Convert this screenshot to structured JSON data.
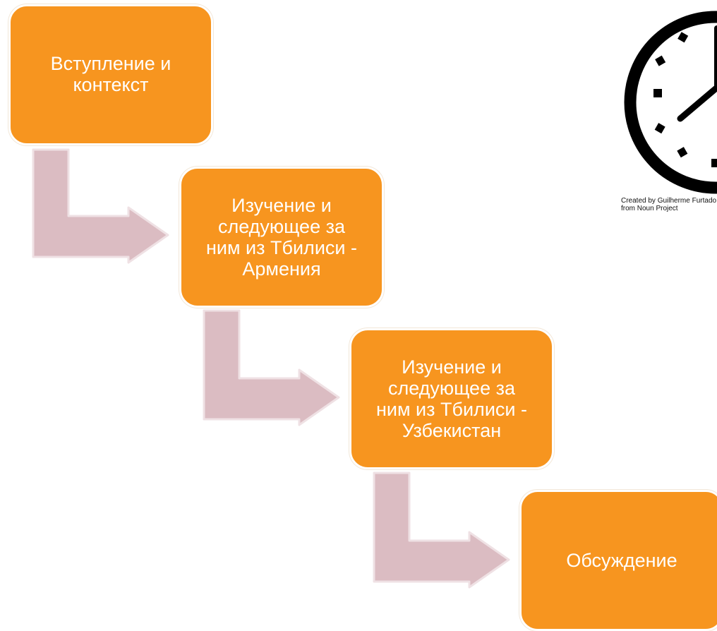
{
  "steps": [
    {
      "id": "step1",
      "lines": [
        "Вступление и",
        "контекст"
      ]
    },
    {
      "id": "step2",
      "lines": [
        "Изучение и",
        "следующее за",
        "ним из Тбилиси -",
        "Армения"
      ]
    },
    {
      "id": "step3",
      "lines": [
        "Изучение и",
        "следующее за",
        "ним из Тбилиси -",
        "Узбекистан"
      ]
    },
    {
      "id": "step4",
      "lines": [
        "Обсуждение"
      ]
    }
  ],
  "clock": {
    "icon": "clock-icon",
    "credit_line1": "Created by Guilherme Furtado",
    "credit_line2": "from Noun Project"
  },
  "colors": {
    "box_fill": "#f7951f",
    "box_text": "#ffffff",
    "arrow_fill": "#dbbcc2",
    "arrow_highlight": "#efe1e4",
    "clock_stroke": "#000000"
  }
}
